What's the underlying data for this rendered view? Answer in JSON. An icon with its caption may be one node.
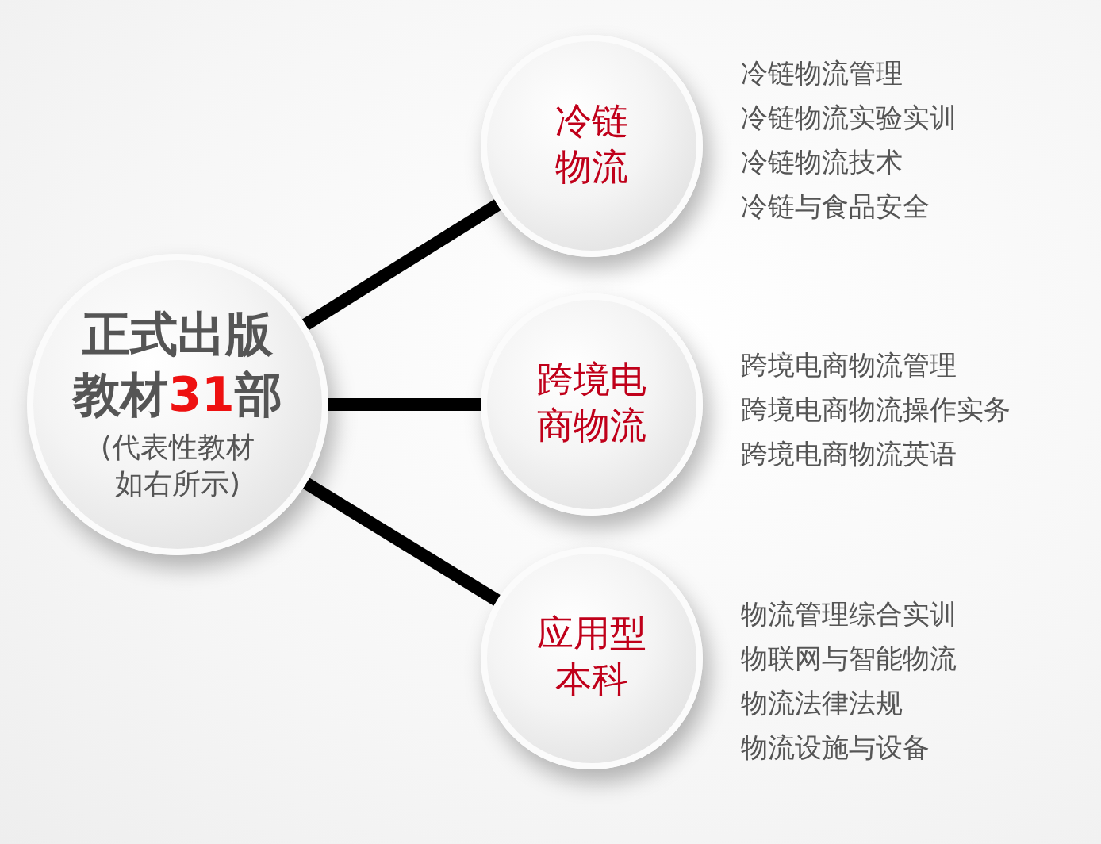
{
  "diagram": {
    "nodes": [
      {
        "text": [
          "正式出版教材31部",
          "(代表性教材如右所示)"
        ]
      },
      {
        "text": [
          "冷链物流"
        ],
        "beside": [
          "冷链物流管理",
          "冷链物流实验实训",
          "冷链物流技术",
          "冷链与食品安全"
        ]
      },
      {
        "text": [
          "跨境电商物流"
        ],
        "beside": [
          "跨境电商物流管理",
          "跨境电商物流操作实务",
          "跨境电商物流英语"
        ]
      },
      {
        "text": [
          "应用型本科"
        ],
        "beside": [
          "物流管理综合实训",
          "物联网与智能物流",
          "物流法律法规",
          "物流设施与设备"
        ]
      }
    ],
    "edges": [
      {
        "from": 0,
        "to": 1,
        "arrow": "none"
      },
      {
        "from": 0,
        "to": 2,
        "arrow": "none"
      },
      {
        "from": 0,
        "to": 3,
        "arrow": "none"
      }
    ]
  }
}
